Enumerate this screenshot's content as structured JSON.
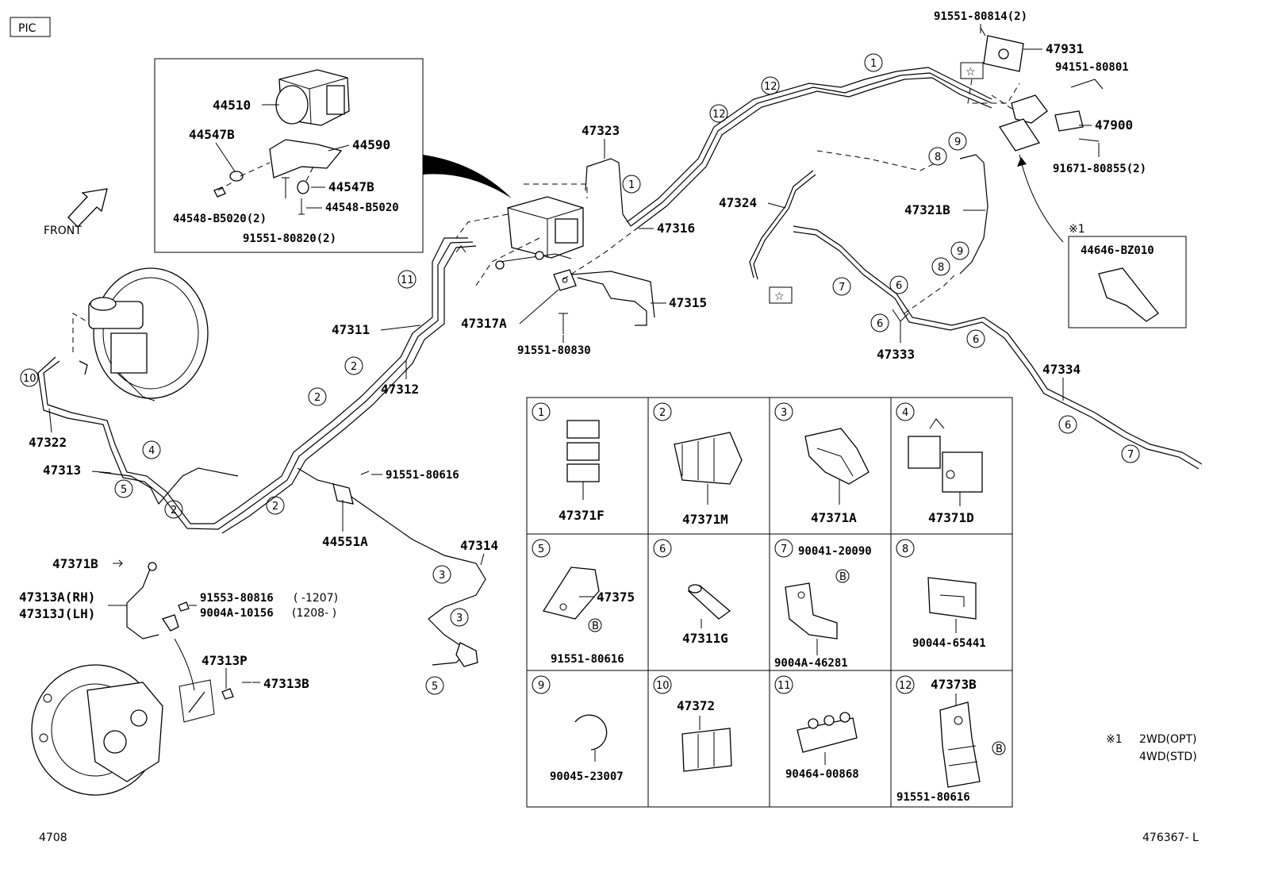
{
  "header": {
    "tag": "PIC"
  },
  "footer": {
    "left_code": "4708",
    "right_code": "476367- L"
  },
  "legend": {
    "note_mark": "※1",
    "note_line1": "2WD(OPT)",
    "note_line2": "4WD(STD)"
  },
  "front_label": "FRONT",
  "inset_abs": {
    "labels": [
      "44510",
      "44547B",
      "44590",
      "44547B",
      "44548-B5020(2)",
      "44548-B5020",
      "91551-80820(2)"
    ]
  },
  "main_labels": {
    "p47323": "47323",
    "p47316": "47316",
    "p47324": "47324",
    "p47321B": "47321B",
    "p47315": "47315",
    "p47317A": "47317A",
    "p91551_80830": "91551-80830",
    "p47311": "47311",
    "p47312": "47312",
    "p47322": "47322",
    "p47313": "47313",
    "p91551_80616": "91551-80616",
    "p44551A": "44551A",
    "p47314": "47314",
    "p47371B": "47371B",
    "p47313A": "47313A(RH)",
    "p47313J": "47313J(LH)",
    "p91553": "91553-80816",
    "p91553_range": "(  -1207)",
    "p9004A": "9004A-10156",
    "p9004A_range": "(1208-   )",
    "p47313P": "47313P",
    "p47313B": "47313B",
    "p47333": "47333",
    "p47334": "47334",
    "p91551_80814": "91551-80814(2)",
    "p47931": "47931",
    "p94151": "94151-80801",
    "p47900": "47900",
    "p91671": "91671-80855(2)",
    "p44646": "44646-BZ010",
    "p44646_mark": "※1",
    "star": "☆"
  },
  "callouts": {
    "c1": "1",
    "c2": "2",
    "c3": "3",
    "c4": "4",
    "c5": "5",
    "c6": "6",
    "c7": "7",
    "c8": "8",
    "c9": "9",
    "c10": "10",
    "c11": "11",
    "c12": "12",
    "cB": "B"
  },
  "parts_grid": {
    "cells": [
      {
        "num": "1",
        "part": "47371F"
      },
      {
        "num": "2",
        "part": "47371M"
      },
      {
        "num": "3",
        "part": "47371A"
      },
      {
        "num": "4",
        "part": "47371D"
      },
      {
        "num": "5",
        "part": "47375",
        "part2": "91551-80616"
      },
      {
        "num": "6",
        "part": "47311G"
      },
      {
        "num": "7",
        "part": "90041-20090",
        "part2": "9004A-46281"
      },
      {
        "num": "8",
        "part": "90044-65441"
      },
      {
        "num": "9",
        "part": "90045-23007"
      },
      {
        "num": "10",
        "part": "47372"
      },
      {
        "num": "11",
        "part": "90464-00868"
      },
      {
        "num": "12",
        "part": "47373B",
        "part2": "91551-80616"
      }
    ]
  }
}
